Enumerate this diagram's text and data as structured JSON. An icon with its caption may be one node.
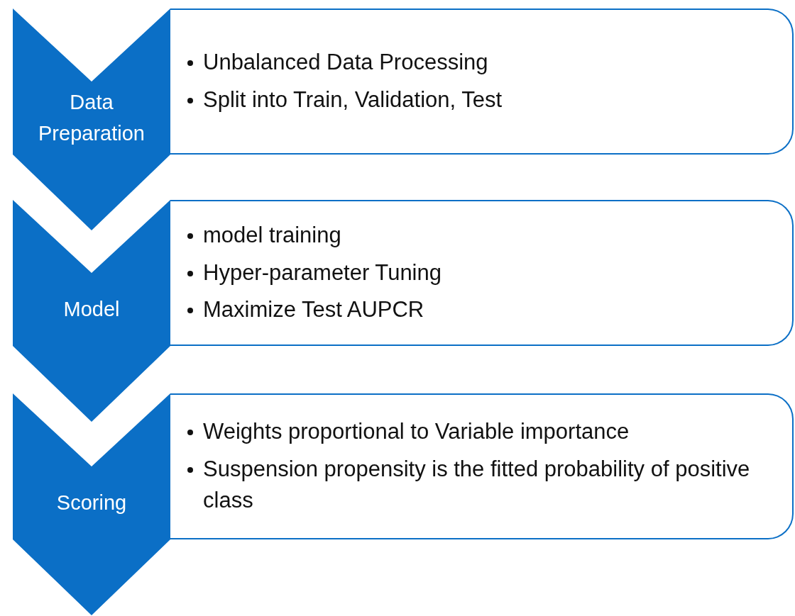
{
  "diagram": {
    "nodes": [
      {
        "text": [
          "Data Preparation"
        ]
      },
      {
        "text": [
          "Unbalanced Data Processing",
          "Split into Train, Validation, Test"
        ]
      },
      {
        "text": [
          "Model"
        ]
      },
      {
        "text": [
          "model training",
          "Hyper-parameter Tuning",
          "Maximize Test AUPCR"
        ]
      },
      {
        "text": [
          "Scoring"
        ]
      },
      {
        "text": [
          "Weights proportional to Variable importance",
          "Suspension propensity is the fitted probability of positive class"
        ]
      }
    ]
  }
}
